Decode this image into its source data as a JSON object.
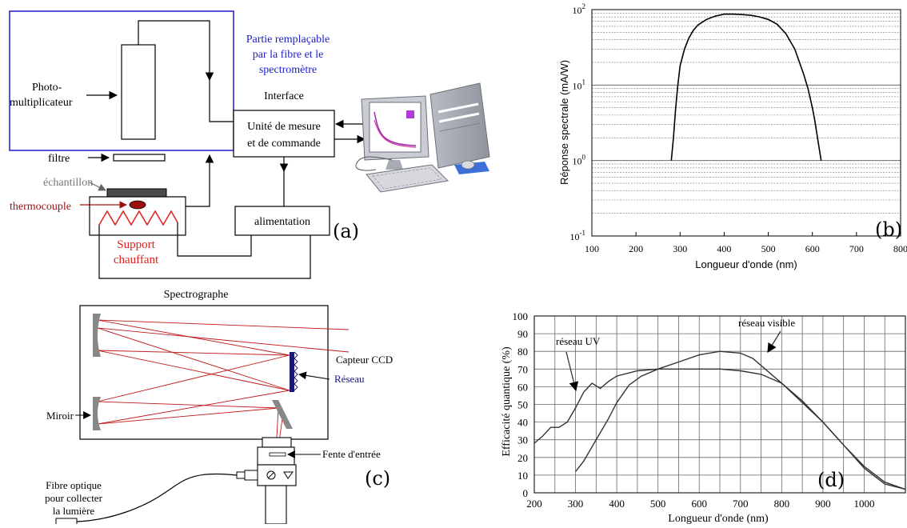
{
  "panel_a": {
    "tag": "(a)",
    "replaceable_note": [
      "Partie remplaçable",
      "par la fibre et le",
      "spectromètre"
    ],
    "photomultiplier": [
      "Photo-",
      "multiplicateur"
    ],
    "interface": "Interface",
    "control_unit": [
      "Unité de mesure",
      "et de commande"
    ],
    "filter": "filtre",
    "sample": "échantillon",
    "thermocouple": "thermocouple",
    "heater": [
      "Support",
      "chauffant"
    ],
    "power_supply": "alimentation",
    "colors": {
      "replaceable": "#1c1ccc",
      "thermocouple": "#9b1010",
      "heater": "#e0201c",
      "sample_label": "#777777"
    }
  },
  "panel_b": {
    "tag": "(b)",
    "ylabel": "Réponse spectrale (mA/W)",
    "xlabel": "Longueur d'onde (nm)",
    "x_ticks": [
      "100",
      "200",
      "300",
      "400",
      "500",
      "600",
      "700",
      "800"
    ],
    "y_ticks": [
      {
        "base": "10",
        "exp": "-1"
      },
      {
        "base": "10",
        "exp": "0"
      },
      {
        "base": "10",
        "exp": "1"
      },
      {
        "base": "10",
        "exp": "2"
      }
    ]
  },
  "panel_c": {
    "tag": "(c)",
    "title": "Spectrographe",
    "ccd": "Capteur CCD",
    "grating": "Réseau",
    "mirror": "Miroir",
    "slit": "Fente d'entrée",
    "fiber": [
      "Fibre optique",
      "pour collecter",
      "la lumière"
    ],
    "colors": {
      "rays": "#c01818",
      "grating": "#18187a"
    }
  },
  "panel_d": {
    "tag": "(d)",
    "ylabel": "Efficacité quantique   (%)",
    "xlabel": "Longueur d'onde (nm)",
    "x_ticks": [
      "200",
      "300",
      "400",
      "500",
      "600",
      "700",
      "800",
      "900",
      "1000"
    ],
    "y_ticks": [
      "0",
      "10",
      "20",
      "30",
      "40",
      "50",
      "60",
      "70",
      "80",
      "90",
      "100"
    ],
    "annotation_uv": "réseau UV",
    "annotation_visible": "réseau visible"
  },
  "chart_data": [
    {
      "type": "line",
      "panel": "b",
      "xlabel": "Longueur d'onde (nm)",
      "ylabel": "Réponse spectrale (mA/W)",
      "xlim": [
        100,
        800
      ],
      "ylim": [
        0.1,
        100
      ],
      "yscale": "log",
      "grid": "horizontal minor log gridlines",
      "series": [
        {
          "x": [
            280,
            285,
            290,
            295,
            300,
            310,
            320,
            330,
            340,
            350,
            360,
            380,
            400,
            420,
            440,
            460,
            480,
            500,
            520,
            540,
            560,
            580,
            590,
            600,
            605,
            610,
            615,
            620
          ],
          "y": [
            1.0,
            2.0,
            5.0,
            10.0,
            18.0,
            30.0,
            42.0,
            53.0,
            62.0,
            68.0,
            74.0,
            82.0,
            87.0,
            87.0,
            86.0,
            84.0,
            80.0,
            74.0,
            64.0,
            48.0,
            30.0,
            14.0,
            9.0,
            5.0,
            3.5,
            2.3,
            1.5,
            1.0
          ]
        }
      ]
    },
    {
      "type": "line",
      "panel": "d",
      "xlabel": "Longueur d'onde (nm)",
      "ylabel": "Efficacité quantique (%)",
      "xlim": [
        200,
        1100
      ],
      "ylim": [
        0,
        100
      ],
      "grid": true,
      "series": [
        {
          "name": "réseau UV",
          "x": [
            200,
            220,
            240,
            260,
            280,
            300,
            320,
            340,
            360,
            380,
            400,
            450,
            500,
            550,
            600,
            650,
            700,
            750,
            800,
            850,
            900,
            950,
            1000,
            1050,
            1100
          ],
          "y": [
            28,
            32,
            37,
            37,
            40,
            48,
            57,
            62,
            59,
            63,
            66,
            69,
            70,
            70,
            70,
            70,
            69,
            67,
            62,
            52,
            40,
            27,
            14,
            5,
            2
          ]
        },
        {
          "name": "réseau visible",
          "x": [
            300,
            320,
            340,
            360,
            380,
            400,
            430,
            460,
            500,
            550,
            600,
            650,
            700,
            730,
            760,
            800,
            850,
            900,
            950,
            1000,
            1050,
            1100
          ],
          "y": [
            12,
            18,
            26,
            34,
            42,
            51,
            61,
            66,
            70,
            74,
            78,
            80,
            79,
            76,
            70,
            62,
            51,
            40,
            27,
            15,
            6,
            2
          ]
        }
      ]
    }
  ]
}
